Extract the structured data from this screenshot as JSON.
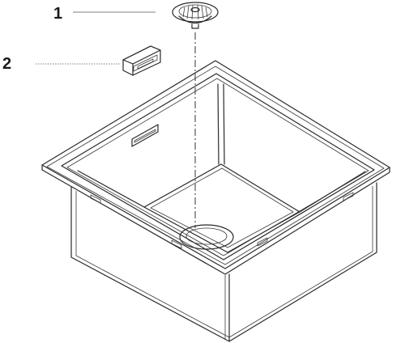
{
  "callouts": [
    {
      "number": "1",
      "part": "strainer-basket"
    },
    {
      "number": "2",
      "part": "overflow-cover"
    }
  ],
  "colors": {
    "line": "#2a2a2a",
    "background": "#ffffff"
  }
}
